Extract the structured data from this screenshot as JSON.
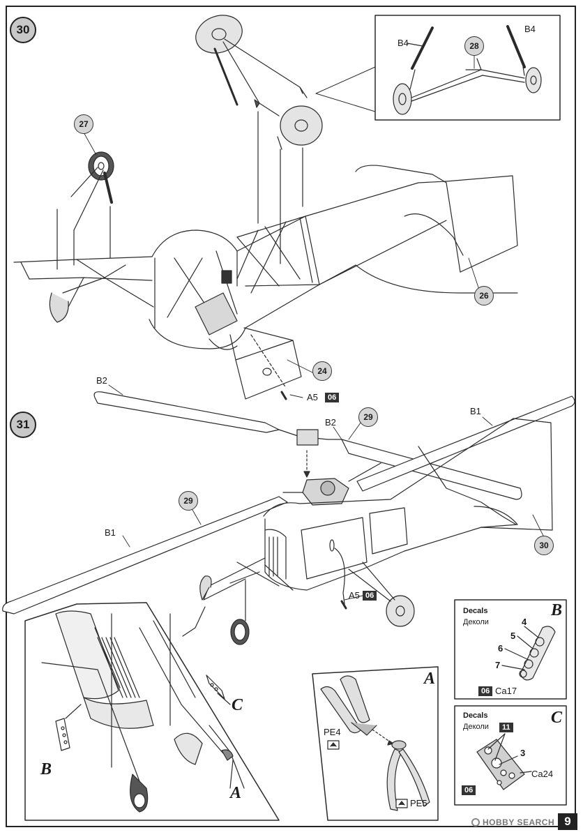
{
  "page": {
    "number": "9"
  },
  "watermark": {
    "text": "HOBBY SEARCH"
  },
  "step30": {
    "step_number": "30",
    "part_27": "27",
    "part_26": "26",
    "part_24": "24",
    "part_a5": "A5",
    "decal_a5": "06",
    "inset": {
      "part_b4_left": "B4",
      "part_b4_right": "B4",
      "part_28": "28"
    }
  },
  "step31": {
    "step_number": "31",
    "part_b2_left": "B2",
    "part_b2_right": "B2",
    "part_b1_left": "B1",
    "part_b1_right": "B1",
    "part_29_left": "29",
    "part_29_right": "29",
    "part_30": "30",
    "part_a5": "A5",
    "decal_a5": "06",
    "callout_b": "B",
    "callout_c": "C",
    "callout_a": "A"
  },
  "detail_a": {
    "letter": "A",
    "pe4": "PE4",
    "pe5": "PE5"
  },
  "detail_b": {
    "letter": "B",
    "title": "Decals",
    "subtitle": "Деколи",
    "callouts": [
      "4",
      "5",
      "6",
      "7"
    ],
    "sheet": "06",
    "ref": "Ca17"
  },
  "detail_c": {
    "letter": "C",
    "title": "Decals",
    "subtitle": "Деколи",
    "callout": "3",
    "sheet_top": "11",
    "sheet_bottom": "06",
    "ref": "Ca24"
  }
}
